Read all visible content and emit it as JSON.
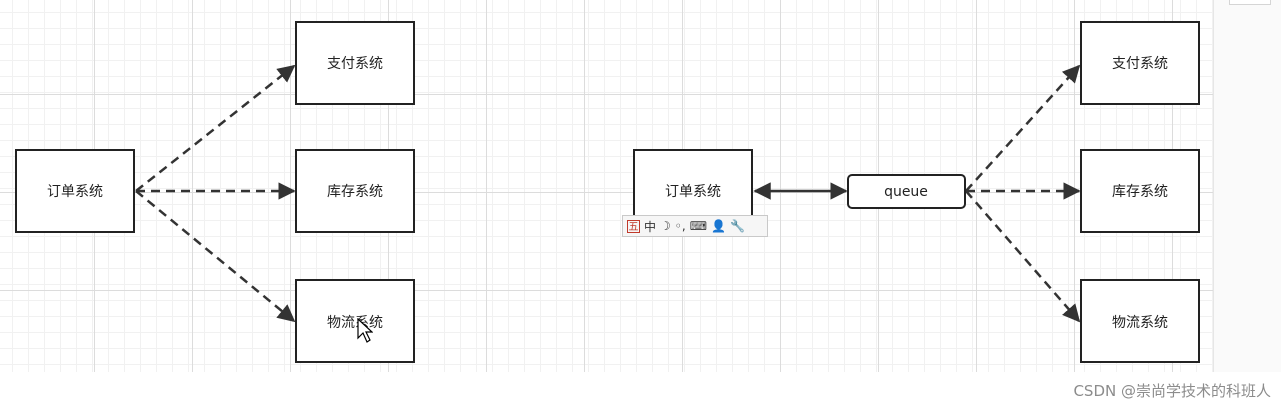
{
  "diagram": {
    "left": {
      "source": "订单系统",
      "targets": [
        "支付系统",
        "库存系统",
        "物流系统"
      ]
    },
    "right": {
      "source": "订单系统",
      "queue": "queue",
      "targets": [
        "支付系统",
        "库存系统",
        "物流系统"
      ]
    }
  },
  "ime_toolbar": {
    "logo": "五",
    "mode": "中",
    "moon": "☽",
    "punct": "◦,",
    "keyboard": "⌨",
    "user": "👤",
    "wrench": "🔧"
  },
  "watermark": "CSDN @崇尚学技术的科班人"
}
